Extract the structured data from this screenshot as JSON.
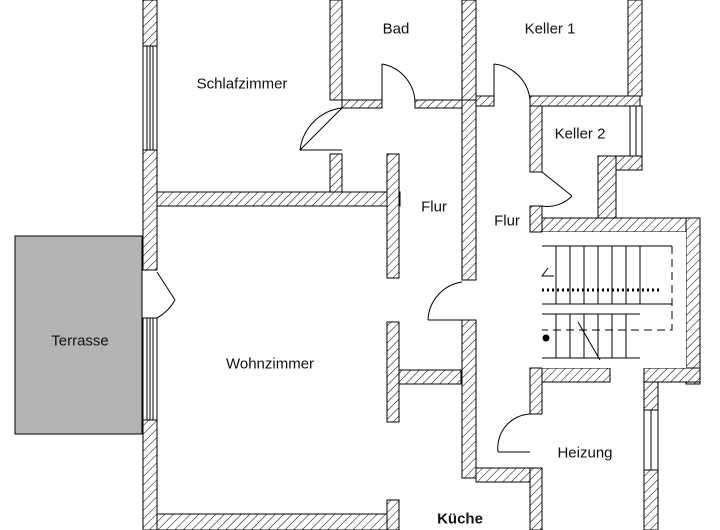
{
  "plan": {
    "rooms": {
      "bad": "Bad",
      "keller1": "Keller 1",
      "schlafzimmer": "Schlafzimmer",
      "keller2": "Keller 2",
      "flur_left": "Flur",
      "flur_right": "Flur",
      "terrasse": "Terrasse",
      "wohnzimmer": "Wohnzimmer",
      "heizung": "Heizung",
      "kueche": "Küche"
    },
    "colors": {
      "wall_stroke": "#000000",
      "hatch": "#000000",
      "terrace_fill": "#b4b4b4",
      "background": "#ffffff"
    }
  }
}
